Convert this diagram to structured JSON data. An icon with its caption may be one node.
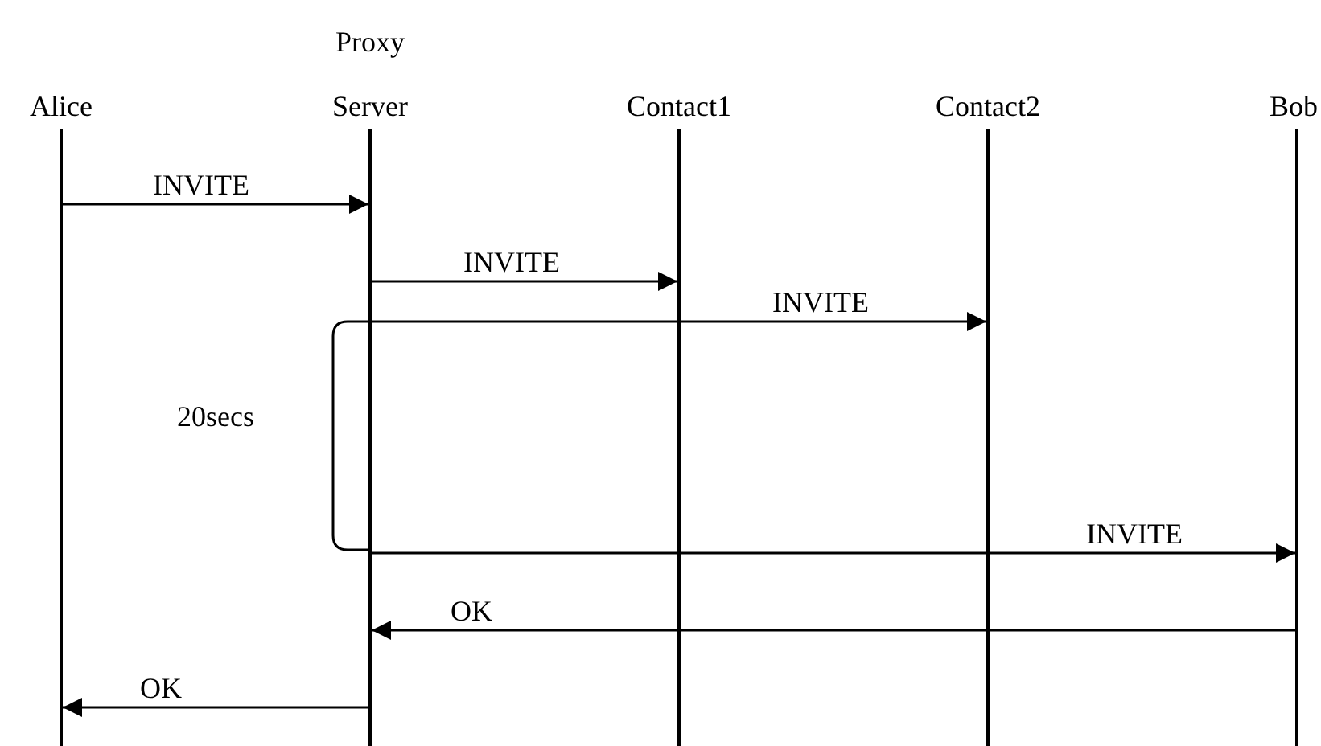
{
  "diagram": {
    "nodes": [
      {
        "text": [],
        "shape": "bar",
        "beside": [
          "Alice"
        ]
      },
      {
        "text": [],
        "shape": "bar",
        "beside": [
          "Proxy Server"
        ]
      },
      {
        "text": [],
        "shape": "bar",
        "beside": [
          "Contact1"
        ]
      },
      {
        "text": [],
        "shape": "bar",
        "beside": [
          "Contact2"
        ]
      },
      {
        "text": [],
        "shape": "bar",
        "beside": [
          "Bob"
        ]
      }
    ],
    "edges": [
      {
        "from": 0,
        "to": 1,
        "arrow": "to",
        "label": "INVITE"
      },
      {
        "from": 1,
        "to": 2,
        "arrow": "to",
        "label": "INVITE"
      },
      {
        "from": 1,
        "to": 3,
        "arrow": "to",
        "label": "INVITE"
      },
      {
        "from": 1,
        "to": 4,
        "arrow": "to",
        "label": "INVITE"
      },
      {
        "from": 4,
        "to": 1,
        "arrow": "to",
        "label": "OK"
      },
      {
        "from": 1,
        "to": 0,
        "arrow": "to",
        "label": "OK"
      }
    ],
    "labels": [
      "20secs"
    ]
  }
}
